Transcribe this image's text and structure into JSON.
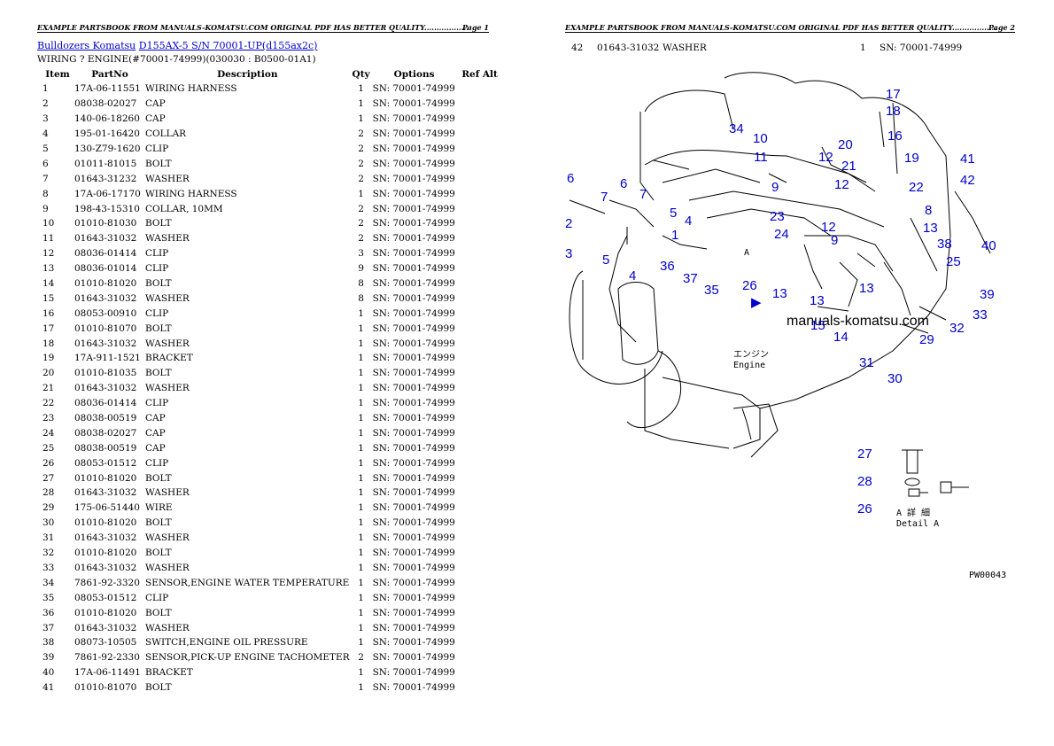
{
  "header": {
    "left_text": "EXAMPLE PARTSBOOK FROM MANUALS-KOMATSU.COM ORIGINAL PDF HAS BETTER QUALITY..................",
    "left_page": "Page 1",
    "right_text": "EXAMPLE PARTSBOOK FROM MANUALS-KOMATSU.COM ORIGINAL PDF HAS BETTER QUALITY..................",
    "right_page": "Page 2"
  },
  "breadcrumb": {
    "link1": "Bulldozers Komatsu",
    "link2": "D155AX-5 S/N 70001-UP(d155ax2c)"
  },
  "subtitle": "WIRING ? ENGINE(#70001-74999)(030030 : B0500-01A1)",
  "columns": [
    "Item",
    "PartNo",
    "Description",
    "Qty",
    "Options",
    "Ref Alt"
  ],
  "rows": [
    [
      "1",
      "17A-06-11551",
      "WIRING HARNESS",
      "1",
      "SN: 70001-74999"
    ],
    [
      "2",
      "08038-02027",
      "CAP",
      "1",
      "SN: 70001-74999"
    ],
    [
      "3",
      "140-06-18260",
      "CAP",
      "1",
      "SN: 70001-74999"
    ],
    [
      "4",
      "195-01-16420",
      "COLLAR",
      "2",
      "SN: 70001-74999"
    ],
    [
      "5",
      "130-Z79-1620",
      "CLIP",
      "2",
      "SN: 70001-74999"
    ],
    [
      "6",
      "01011-81015",
      "BOLT",
      "2",
      "SN: 70001-74999"
    ],
    [
      "7",
      "01643-31232",
      "WASHER",
      "2",
      "SN: 70001-74999"
    ],
    [
      "8",
      "17A-06-17170",
      "WIRING HARNESS",
      "1",
      "SN: 70001-74999"
    ],
    [
      "9",
      "198-43-15310",
      "COLLAR, 10MM",
      "2",
      "SN: 70001-74999"
    ],
    [
      "10",
      "01010-81030",
      "BOLT",
      "2",
      "SN: 70001-74999"
    ],
    [
      "11",
      "01643-31032",
      "WASHER",
      "2",
      "SN: 70001-74999"
    ],
    [
      "12",
      "08036-01414",
      "CLIP",
      "3",
      "SN: 70001-74999"
    ],
    [
      "13",
      "08036-01014",
      "CLIP",
      "9",
      "SN: 70001-74999"
    ],
    [
      "14",
      "01010-81020",
      "BOLT",
      "8",
      "SN: 70001-74999"
    ],
    [
      "15",
      "01643-31032",
      "WASHER",
      "8",
      "SN: 70001-74999"
    ],
    [
      "16",
      "08053-00910",
      "CLIP",
      "1",
      "SN: 70001-74999"
    ],
    [
      "17",
      "01010-81070",
      "BOLT",
      "1",
      "SN: 70001-74999"
    ],
    [
      "18",
      "01643-31032",
      "WASHER",
      "1",
      "SN: 70001-74999"
    ],
    [
      "19",
      "17A-911-1521",
      "BRACKET",
      "1",
      "SN: 70001-74999"
    ],
    [
      "20",
      "01010-81035",
      "BOLT",
      "1",
      "SN: 70001-74999"
    ],
    [
      "21",
      "01643-31032",
      "WASHER",
      "1",
      "SN: 70001-74999"
    ],
    [
      "22",
      "08036-01414",
      "CLIP",
      "1",
      "SN: 70001-74999"
    ],
    [
      "23",
      "08038-00519",
      "CAP",
      "1",
      "SN: 70001-74999"
    ],
    [
      "24",
      "08038-02027",
      "CAP",
      "1",
      "SN: 70001-74999"
    ],
    [
      "25",
      "08038-00519",
      "CAP",
      "1",
      "SN: 70001-74999"
    ],
    [
      "26",
      "08053-01512",
      "CLIP",
      "1",
      "SN: 70001-74999"
    ],
    [
      "27",
      "01010-81020",
      "BOLT",
      "1",
      "SN: 70001-74999"
    ],
    [
      "28",
      "01643-31032",
      "WASHER",
      "1",
      "SN: 70001-74999"
    ],
    [
      "29",
      "175-06-51440",
      "WIRE",
      "1",
      "SN: 70001-74999"
    ],
    [
      "30",
      "01010-81020",
      "BOLT",
      "1",
      "SN: 70001-74999"
    ],
    [
      "31",
      "01643-31032",
      "WASHER",
      "1",
      "SN: 70001-74999"
    ],
    [
      "32",
      "01010-81020",
      "BOLT",
      "1",
      "SN: 70001-74999"
    ],
    [
      "33",
      "01643-31032",
      "WASHER",
      "1",
      "SN: 70001-74999"
    ],
    [
      "34",
      "7861-92-3320",
      "SENSOR,ENGINE WATER TEMPERATURE",
      "1",
      "SN: 70001-74999"
    ],
    [
      "35",
      "08053-01512",
      "CLIP",
      "1",
      "SN: 70001-74999"
    ],
    [
      "36",
      "01010-81020",
      "BOLT",
      "1",
      "SN: 70001-74999"
    ],
    [
      "37",
      "01643-31032",
      "WASHER",
      "1",
      "SN: 70001-74999"
    ],
    [
      "38",
      "08073-10505",
      "SWITCH,ENGINE OIL PRESSURE",
      "1",
      "SN: 70001-74999"
    ],
    [
      "39",
      "7861-92-2330",
      "SENSOR,PICK-UP ENGINE TACHOMETER",
      "2",
      "SN: 70001-74999"
    ],
    [
      "40",
      "17A-06-11491",
      "BRACKET",
      "1",
      "SN: 70001-74999"
    ],
    [
      "41",
      "01010-81070",
      "BOLT",
      "1",
      "SN: 70001-74999"
    ]
  ],
  "page2_row": {
    "item": "42",
    "partno": "01643-31032",
    "desc": "WASHER",
    "qty": "1",
    "options": "SN: 70001-74999"
  },
  "diagram": {
    "watermark": "manuals-komatsu.com",
    "engine_jp": "エンジン",
    "engine_en": "Engine",
    "detail_jp": "A 詳 細",
    "detail_en": "Detail A",
    "arrow_label": "A",
    "code": "PW00043",
    "callout_color": "#0000cc"
  }
}
